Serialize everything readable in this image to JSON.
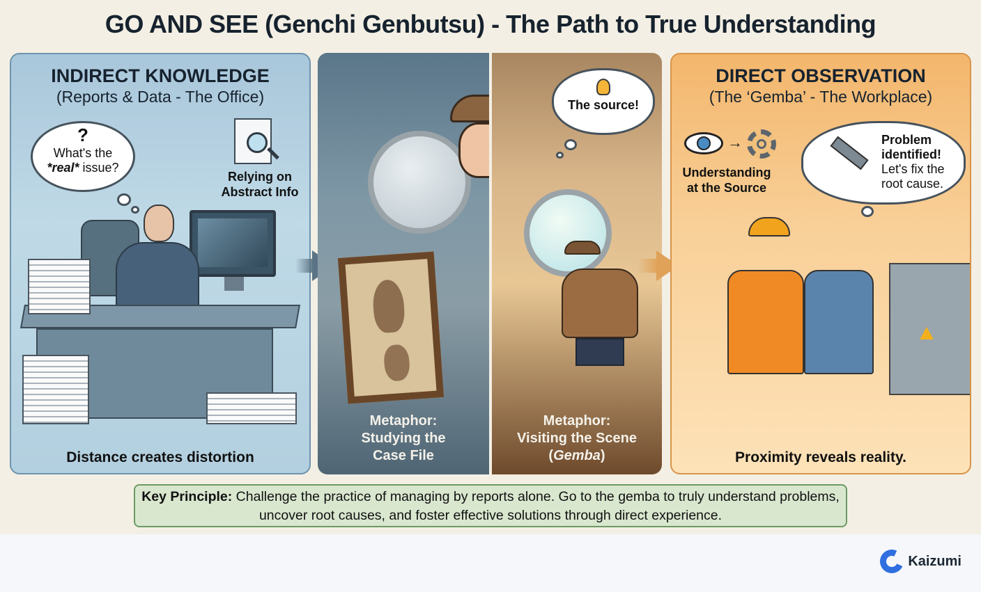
{
  "title": "GO AND SEE (Genchi Genbutsu) - The Path to True Understanding",
  "panels": {
    "indirect": {
      "heading": "INDIRECT KNOWLEDGE",
      "subheading": "(Reports & Data - The Office)",
      "thought_bubble": {
        "symbol": "?",
        "line1": "What's the",
        "line2_emph": "*real*",
        "line2_rest": " issue?"
      },
      "label": "Relying on Abstract Info",
      "caption": "Distance creates distortion",
      "color": "#b3d0e0"
    },
    "metaphor_case_file": {
      "caption_line1": "Metaphor:",
      "caption_line2": "Studying the",
      "caption_line3": "Case File",
      "color": "#6f8796"
    },
    "metaphor_scene": {
      "thought_bubble": "The source!",
      "caption_line1": "Metaphor:",
      "caption_line2": "Visiting the Scene",
      "caption_line3_open": "(",
      "caption_line3_emph": "Gemba",
      "caption_line3_close": ")",
      "color": "#a27a52"
    },
    "direct": {
      "heading": "DIRECT OBSERVATION",
      "subheading": "(The ‘Gemba’ - The Workplace)",
      "label": "Understanding at the Source",
      "thought_bubble": {
        "bold": "Problem identified!",
        "rest": "Let's fix the root cause."
      },
      "caption": "Proximity reveals reality.",
      "color": "#f8cf97"
    }
  },
  "key_principle": {
    "label": "Key Principle:",
    "text": " Challenge the practice of managing by reports alone. Go to the gemba to truly understand problems, uncover root causes, and foster effective solutions through direct experience."
  },
  "brand": {
    "name": "Kaizumi",
    "color": "#2f6fe0"
  }
}
